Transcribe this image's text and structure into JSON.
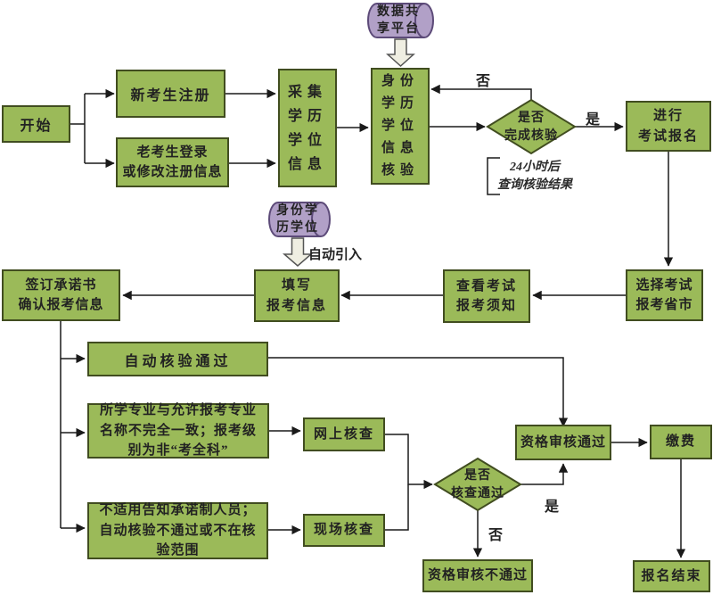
{
  "diagram": {
    "nodes": {
      "start": "开始",
      "new_candidate": "新考生注册",
      "old_candidate": "老考生登录\n或修改注册信息",
      "collect_info": "采集\n学历\n学位\n信息",
      "data_platform_cylinder": "数据共\n享平台",
      "identity_verify": "身份\n学历\n学位\n信息\n核验",
      "verify_done_decision": "是否\n完成核验",
      "verify_note": "24小时后\n查询核验结果",
      "exam_register": "进行\n考试报名",
      "select_province": "选择考试\n报考省市",
      "view_notice": "查看考试\n报考须知",
      "fill_info": "填写\n报考信息",
      "identity_cylinder": "身份学\n历学位",
      "sign_commitment": "签订承诺书\n确认报考信息",
      "auto_pass": "自动核验通过",
      "major_mismatch": "所学专业与允许报考专业\n名称不完全一致；报考级\n别为非“考全科”",
      "online_check": "网上核查",
      "not_applicable": "不适用告知承诺制人员；\n自动核验不通过或不在核\n验范围",
      "onsite_check": "现场核查",
      "check_pass_decision": "是否\n核查通过",
      "qualify_pass": "资格审核通过",
      "pay": "缴费",
      "qualify_fail": "资格审核不通过",
      "finish": "报名结束"
    },
    "edge_labels": {
      "verify_no": "否",
      "verify_yes": "是",
      "auto_import": "自动引入",
      "check_yes": "是",
      "check_no": "否"
    },
    "colors": {
      "node_fill": "#9bba59",
      "node_border": "#414d20",
      "cylinder_fill": "#b1a0c7",
      "cylinder_border": "#5c4a78",
      "block_arrow_fill": "#efeee2",
      "line": "#1a1a1a"
    }
  }
}
